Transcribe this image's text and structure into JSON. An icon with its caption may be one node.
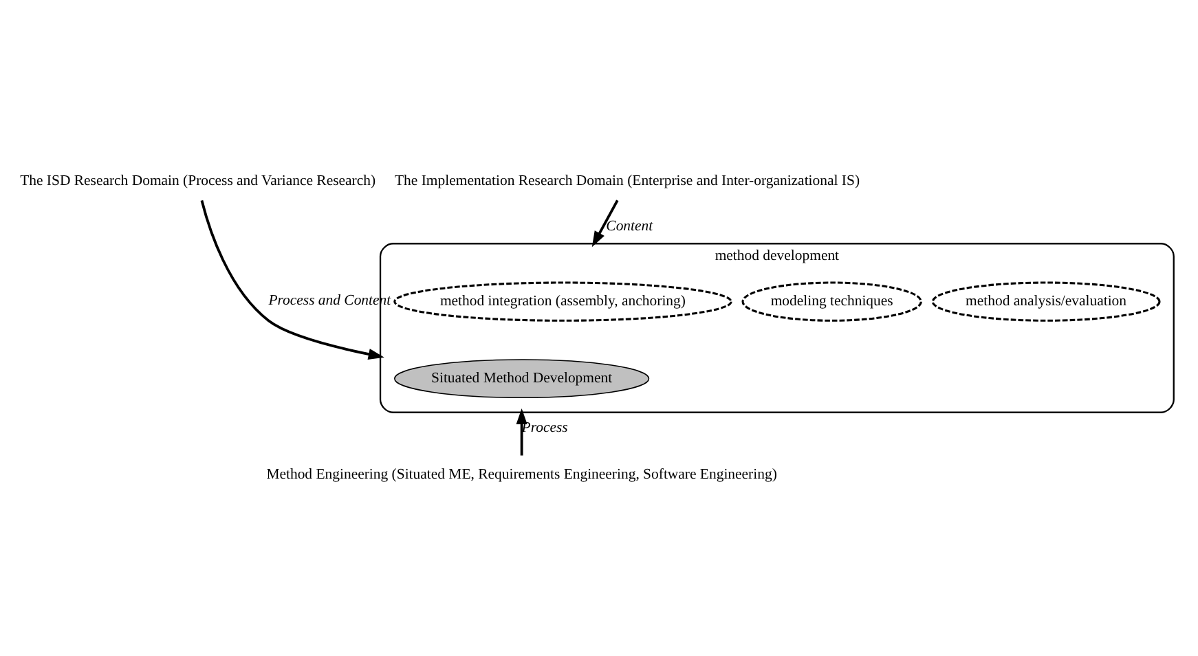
{
  "diagram": {
    "nodes": [
      {
        "text": [
          "The ISD Research Domain (Process and Variance Research)"
        ]
      },
      {
        "text": [
          "The Implementation Research Domain (Enterprise and Inter-organizational IS)"
        ]
      },
      {
        "text": [
          "method development"
        ]
      },
      {
        "text": [
          "method analysis/evaluation"
        ],
        "in": 2
      },
      {
        "text": [
          "modeling techniques"
        ],
        "in": 2
      },
      {
        "text": [
          "method integration (assembly, anchoring)"
        ],
        "in": 2
      },
      {
        "text": [
          "Situated Method Development"
        ],
        "in": 2
      },
      {
        "text": [
          "Method Engineering (Situated ME, Requirements Engineering, Software Engineering)"
        ]
      }
    ],
    "edges": [
      {
        "from": 0,
        "to": 2,
        "arrow": "to",
        "label": "Process and Content"
      },
      {
        "from": 1,
        "to": 2,
        "arrow": "to",
        "label": "Content"
      },
      {
        "from": 7,
        "to": 2,
        "arrow": "to",
        "label": "Process"
      }
    ]
  }
}
